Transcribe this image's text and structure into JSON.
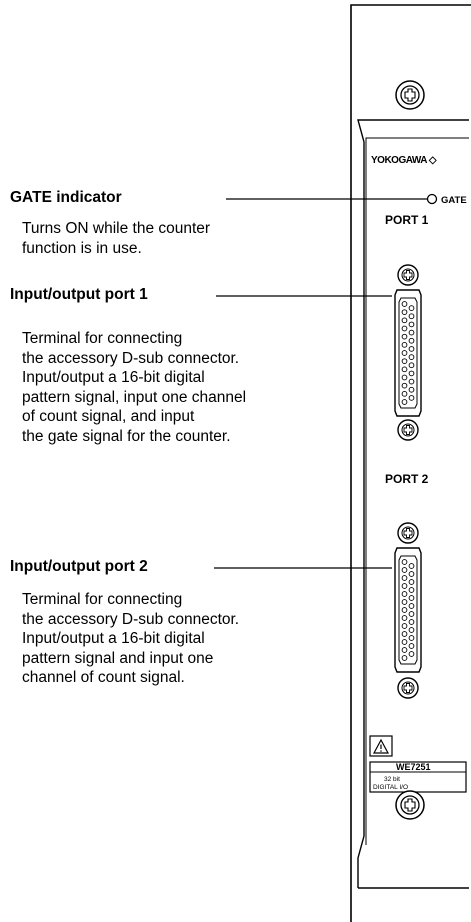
{
  "callouts": [
    {
      "title": "GATE indicator",
      "lines": [
        "Turns ON while the counter",
        "function is in use."
      ]
    },
    {
      "title": "Input/output port 1",
      "lines": [
        "Terminal for connecting",
        "the accessory D-sub connector.",
        "Input/output a 16-bit digital",
        "pattern signal, input one channel",
        "of count signal, and input",
        "the gate signal for the counter."
      ]
    },
    {
      "title": "Input/output port 2",
      "lines": [
        "Terminal for connecting",
        "the accessory D-sub connector.",
        "Input/output a 16-bit digital",
        "pattern signal and input one",
        "channel of count signal."
      ]
    }
  ],
  "module": {
    "brand": "YOKOGAWA ◇",
    "gate_label": "GATE",
    "port1_label": "PORT 1",
    "port2_label": "PORT 2",
    "warning_symbol": "⚠",
    "model": "WE7251",
    "spec_line1": "32 bit",
    "spec_line2": "DIGITAL I/O",
    "port1_pin_count": 25,
    "port2_pin_count": 25
  },
  "colors": {
    "line": "#000000",
    "background": "#ffffff"
  }
}
